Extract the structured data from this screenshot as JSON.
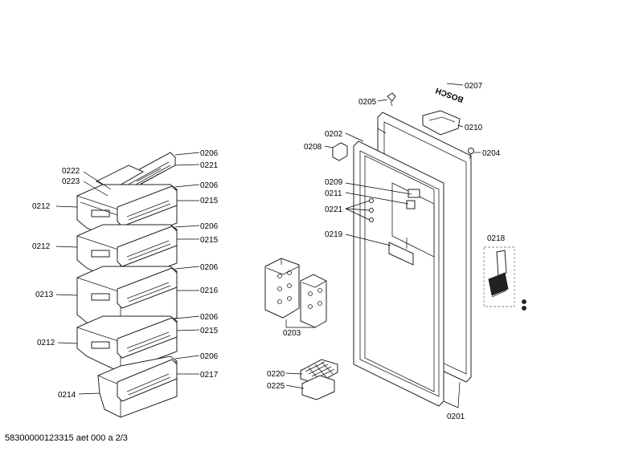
{
  "footer": {
    "doc_code": "58300000123315 aet 000 a 2/3"
  },
  "brand_mark": "BOSCH",
  "labels": {
    "l0206a": "0206",
    "l0221a": "0221",
    "l0222": "0222",
    "l0223": "0223",
    "l0206b": "0206",
    "l0215a": "0215",
    "l0212a": "0212",
    "l0206c": "0206",
    "l0215b": "0215",
    "l0212b": "0212",
    "l0206d": "0206",
    "l0216": "0216",
    "l0213": "0213",
    "l0206e": "0206",
    "l0215c": "0215",
    "l0212c": "0212",
    "l0206f": "0206",
    "l0217": "0217",
    "l0214": "0214",
    "l0207": "0207",
    "l0205": "0205",
    "l0210": "0210",
    "l0202": "0202",
    "l0208": "0208",
    "l0204": "0204",
    "l0209": "0209",
    "l0211": "0211",
    "l0221b": "0221",
    "l0219": "0219",
    "l0218": "0218",
    "l0203": "0203",
    "l0220": "0220",
    "l0225": "0225",
    "l0201": "0201"
  }
}
